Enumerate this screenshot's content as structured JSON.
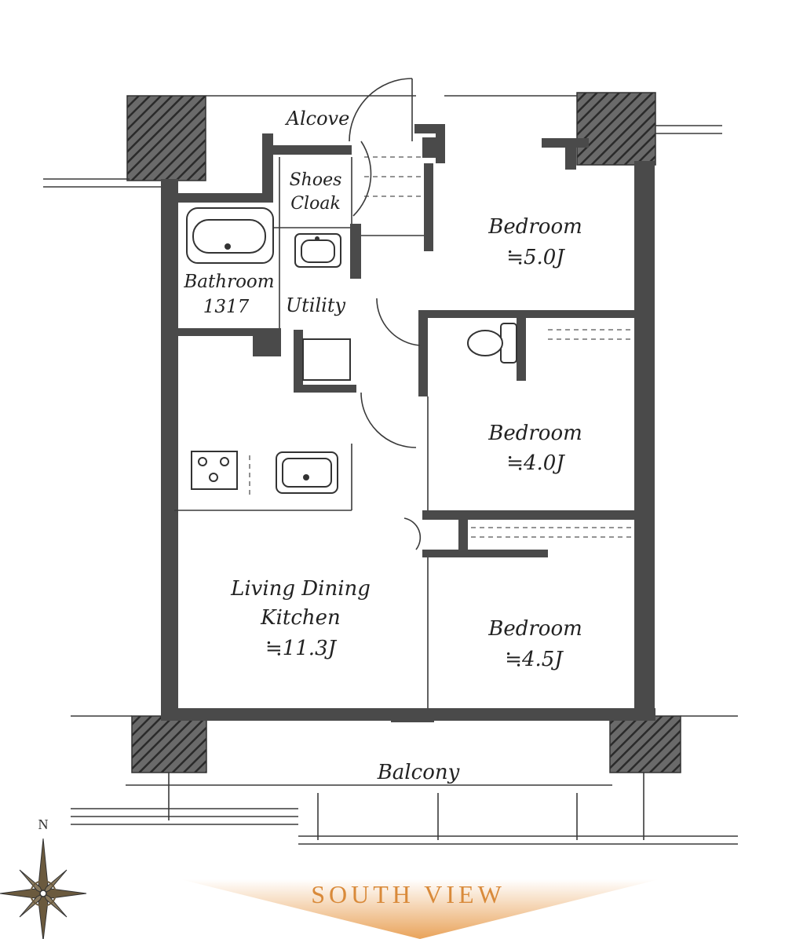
{
  "rooms": {
    "alcove": "Alcove",
    "shoes_cloak_line1": "Shoes",
    "shoes_cloak_line2": "Cloak",
    "bathroom_line1": "Bathroom",
    "bathroom_line2": "1317",
    "utility": "Utility",
    "bedroom_north": {
      "name": "Bedroom",
      "size": "≒5.0J"
    },
    "bedroom_middle": {
      "name": "Bedroom",
      "size": "≒4.0J"
    },
    "bedroom_south": {
      "name": "Bedroom",
      "size": "≒4.5J"
    },
    "ldk_line1": "Living Dining",
    "ldk_line2": "Kitchen",
    "ldk_size": "≒11.3J",
    "balcony": "Balcony"
  },
  "compass": {
    "north_label": "N"
  },
  "view_label": "SOUTH VIEW",
  "colors": {
    "view_accent": "#d98a3a",
    "wall": "#4a4a4a"
  }
}
